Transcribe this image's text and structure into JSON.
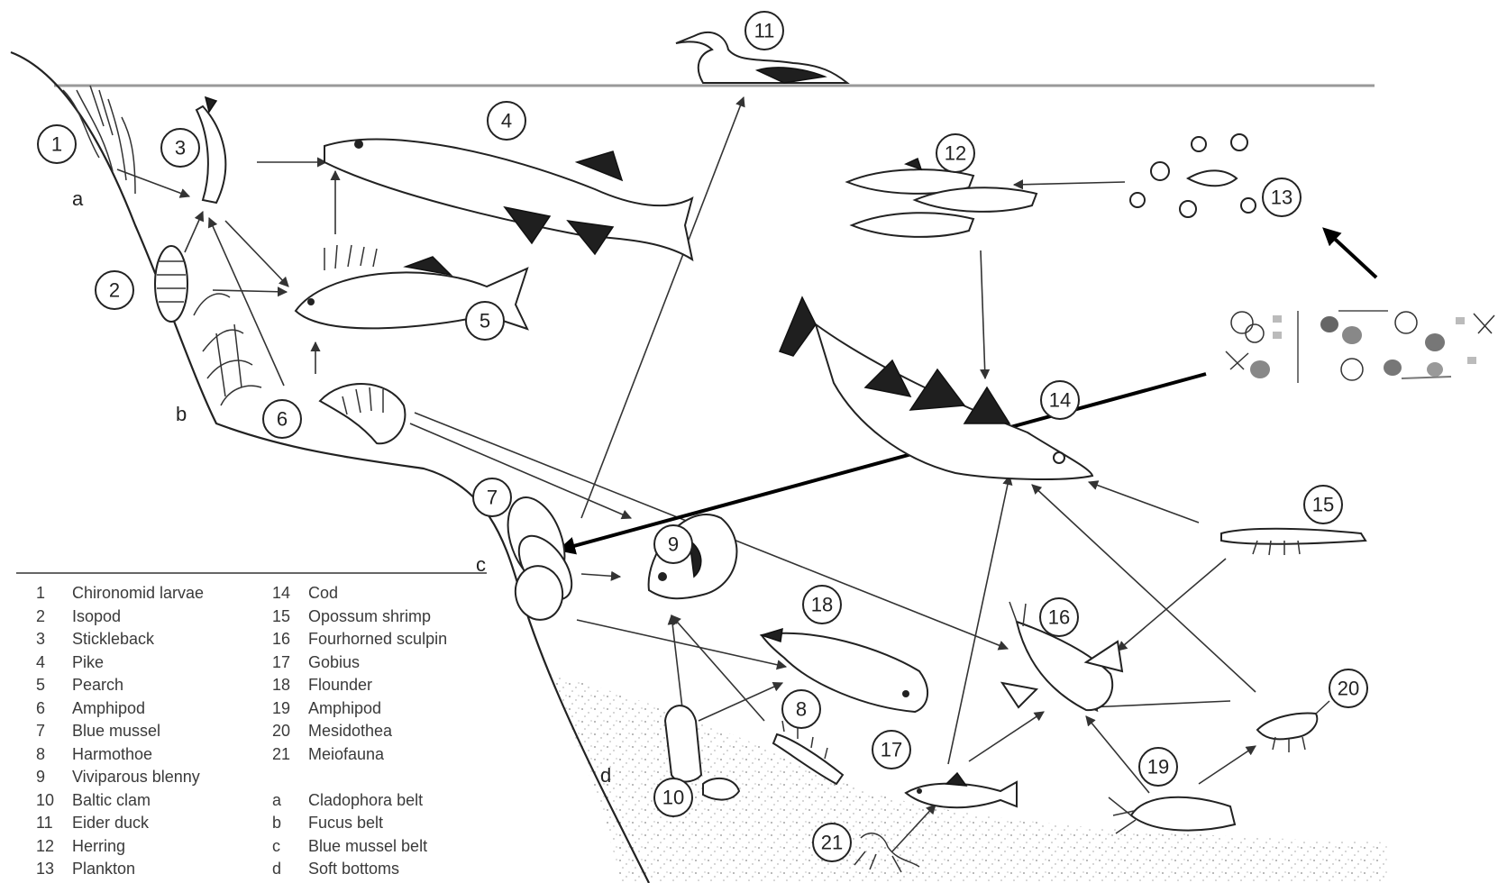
{
  "organisms": [
    {
      "id": "1",
      "name": "Chironomid larvae"
    },
    {
      "id": "2",
      "name": "Isopod"
    },
    {
      "id": "3",
      "name": "Stickleback"
    },
    {
      "id": "4",
      "name": "Pike"
    },
    {
      "id": "5",
      "name": "Pearch"
    },
    {
      "id": "6",
      "name": "Amphipod"
    },
    {
      "id": "7",
      "name": "Blue mussel"
    },
    {
      "id": "8",
      "name": "Harmothoe"
    },
    {
      "id": "9",
      "name": "Viviparous blenny"
    },
    {
      "id": "10",
      "name": "Baltic clam"
    },
    {
      "id": "11",
      "name": "Eider duck"
    },
    {
      "id": "12",
      "name": "Herring"
    },
    {
      "id": "13",
      "name": "Plankton"
    },
    {
      "id": "14",
      "name": "Cod"
    },
    {
      "id": "15",
      "name": "Opossum shrimp"
    },
    {
      "id": "16",
      "name": "Fourhorned sculpin"
    },
    {
      "id": "17",
      "name": "Gobius"
    },
    {
      "id": "18",
      "name": "Flounder"
    },
    {
      "id": "19",
      "name": "Amphipod"
    },
    {
      "id": "20",
      "name": "Mesidothea"
    },
    {
      "id": "21",
      "name": "Meiofauna"
    }
  ],
  "zones": [
    {
      "id": "a",
      "name": "Cladophora belt"
    },
    {
      "id": "b",
      "name": "Fucus belt"
    },
    {
      "id": "c",
      "name": "Blue mussel belt"
    },
    {
      "id": "d",
      "name": "Soft bottoms"
    }
  ],
  "links": [
    [
      "1",
      "3"
    ],
    [
      "2",
      "3"
    ],
    [
      "3",
      "4"
    ],
    [
      "3",
      "5"
    ],
    [
      "2",
      "5"
    ],
    [
      "6",
      "3"
    ],
    [
      "6",
      "5"
    ],
    [
      "5",
      "4"
    ],
    [
      "7",
      "11"
    ],
    [
      "6",
      "9"
    ],
    [
      "6",
      "16"
    ],
    [
      "7",
      "9"
    ],
    [
      "7",
      "8"
    ],
    [
      "12",
      "14"
    ],
    [
      "13",
      "12"
    ],
    [
      "10",
      "9"
    ],
    [
      "10",
      "8"
    ],
    [
      "8",
      "9"
    ],
    [
      "15",
      "14"
    ],
    [
      "15",
      "16"
    ],
    [
      "17",
      "14"
    ],
    [
      "17",
      "16"
    ],
    [
      "19",
      "16"
    ],
    [
      "20",
      "16"
    ],
    [
      "20",
      "14"
    ],
    [
      "19",
      "20"
    ],
    [
      "21",
      "17"
    ],
    [
      "13",
      "7"
    ]
  ]
}
